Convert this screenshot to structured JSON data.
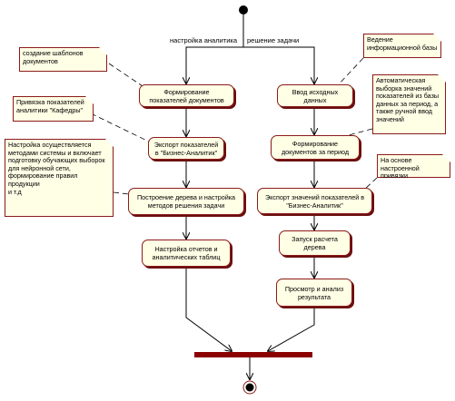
{
  "colors": {
    "border": "#8b1a1a",
    "fill": "#ffffe6",
    "bar": "#8b0000",
    "line": "#000000"
  },
  "guards": {
    "left": "настройка аналитика",
    "right": "решение задачи"
  },
  "activities": {
    "form_docs": "Формирование\nпоказателей документов",
    "export_indicators": "Экспорт показателей\nв \"Бизнес-Аналитик\"",
    "build_tree": "Построение дерева и настройка\nметодов решения задачи",
    "reports": "Настройка отчетов и\nаналитических таблиц",
    "input_data": "Ввод исходных\nданных",
    "form_period": "Формирование\nдокументов за период",
    "export_values": "Экспорт значений показателей в\n\"Бизнес-Аналитик\"",
    "run_tree": "Запуск расчета\nдерева",
    "view_result": "Просмотр и анализ\nрезультата"
  },
  "notes": {
    "templates": "создание шаблонов\nдокументов",
    "binding": "Привязка показателей\nаналитики \"Кафедры\"",
    "settings": "Настройка осуществляется\nметодами системы и включает\nподготовку обучающих выборок\nдля нейронной сети,\nформирование правил продукции\nи т.д",
    "info_base": "Ведение\nинформационной базы",
    "auto_select": "Автоматическая\nвыборка значений\nпоказателей из базы\nданных за период, а\nтакже ручной ввод\nзначений",
    "based_on": "На основе настроенной\nпривязки показателей"
  }
}
